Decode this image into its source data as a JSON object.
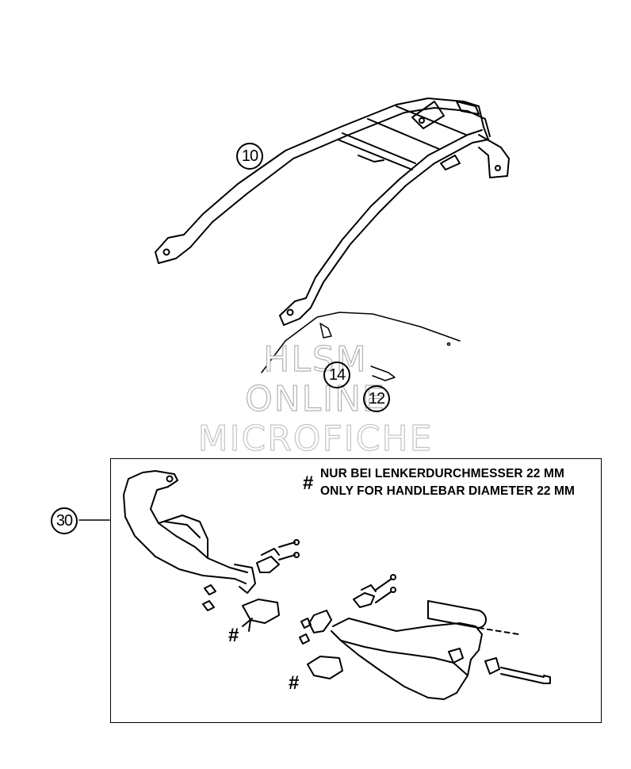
{
  "watermark": {
    "line1": "HLSM",
    "line2": "ONLINE",
    "line3": "MICROFICHE"
  },
  "callouts": {
    "rack": "10",
    "bolt_a": "14",
    "bolt_b": "12",
    "handguard_kit": "30"
  },
  "note": {
    "symbol": "#",
    "german": "NUR BEI LENKERDURCHMESSER 22 MM",
    "english": "ONLY FOR HANDLEBAR DIAMETER 22 MM"
  },
  "markers": {
    "hash_1": "#",
    "hash_2": "#"
  }
}
